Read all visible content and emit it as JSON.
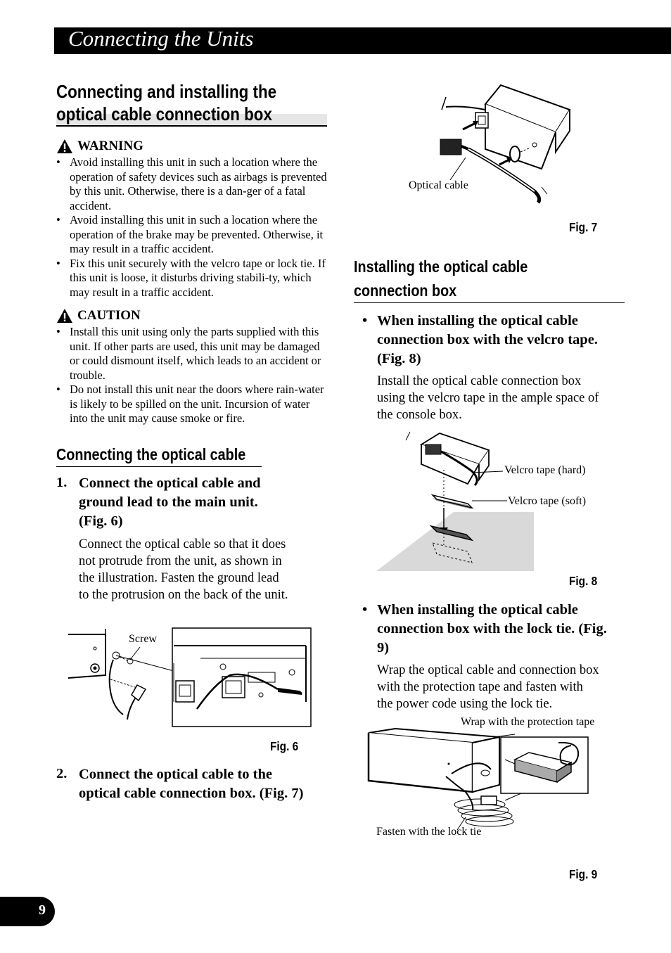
{
  "header": {
    "title": "Connecting the Units"
  },
  "section": {
    "title_line1": "Connecting and installing the",
    "title_line2": "optical cable connection box"
  },
  "warning": {
    "heading": "WARNING",
    "items": [
      "Avoid installing this unit in such a location where the operation of safety devices such as airbags is prevented by this unit. Otherwise, there is a dan-ger of a fatal accident.",
      "Avoid installing this unit in such a location where the operation of the brake may be prevented. Otherwise, it may result in a traffic accident.",
      "Fix this unit securely with the velcro tape or lock tie. If this unit is loose, it disturbs driving stabili-ty, which may result in a traffic accident."
    ]
  },
  "caution": {
    "heading": "CAUTION",
    "items": [
      "Install this unit using only the parts supplied with this unit. If other parts are used, this unit may be damaged or could dismount itself, which leads to an accident or trouble.",
      "Do not install this unit near the doors where rain-water is likely to be spilled on the unit. Incursion of water into the unit may cause smoke or fire."
    ]
  },
  "connecting": {
    "heading": "Connecting the optical cable",
    "step1": {
      "num": "1.",
      "title": "Connect the optical cable and ground lead to the main unit. (Fig. 6)",
      "body": "Connect the optical cable so that it does not protrude from the unit, as shown in the illustration. Fasten the ground lead to the protrusion on the back of the unit."
    },
    "step2": {
      "num": "2.",
      "title": "Connect the optical cable to the optical cable connection box. (Fig. 7)"
    }
  },
  "installing": {
    "heading_line1": "Installing the optical cable",
    "heading_line2": "connection box",
    "velcro": {
      "title": "When installing the optical cable connection box with the velcro tape. (Fig. 8)",
      "body": "Install the optical cable connection box using the velcro tape in the ample space of the console box."
    },
    "locktie": {
      "title": "When installing the optical cable connection box with the lock tie. (Fig. 9)",
      "body": "Wrap the optical cable and connection box with the protection tape and fasten with the power code using the lock tie."
    }
  },
  "figures": {
    "fig6": {
      "label": "Fig. 6",
      "screw": "Screw"
    },
    "fig7": {
      "label": "Fig. 7",
      "optical_cable": "Optical cable"
    },
    "fig8": {
      "label": "Fig. 8",
      "velcro_hard": "Velcro tape (hard)",
      "velcro_soft": "Velcro tape (soft)"
    },
    "fig9": {
      "label": "Fig. 9",
      "wrap": "Wrap with the protection tape",
      "fasten": "Fasten with the lock tie"
    }
  },
  "footer": {
    "page_number": "9"
  },
  "colors": {
    "header_bg": "#000000",
    "band_gray": "#e6e6e6",
    "floor_gray": "#d9d9d9"
  }
}
